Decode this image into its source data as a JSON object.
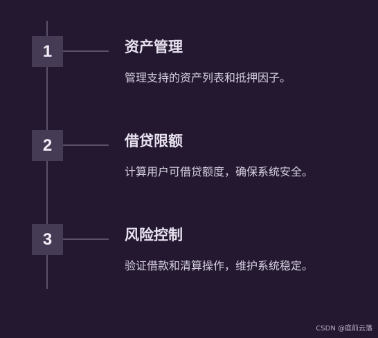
{
  "steps": [
    {
      "number": "1",
      "title": "资产管理",
      "description": "管理支持的资产列表和抵押因子。"
    },
    {
      "number": "2",
      "title": "借贷限额",
      "description": "计算用户可借贷额度，确保系统安全。"
    },
    {
      "number": "3",
      "title": "风险控制",
      "description": "验证借款和清算操作，维护系统稳定。"
    }
  ],
  "watermark": "CSDN @庭前云落",
  "colors": {
    "background": "#231830",
    "step_box": "#463b55",
    "line": "#5a5068"
  }
}
